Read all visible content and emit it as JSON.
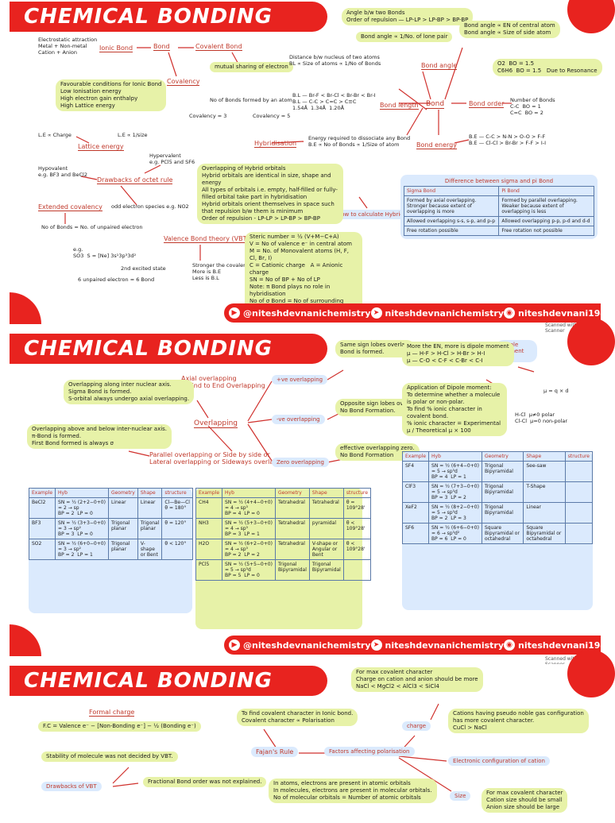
{
  "title": "CHEMICAL BONDING",
  "social": {
    "youtube": "@niteshdevnanichemistry",
    "telegram": "niteshdevnanichemistry",
    "instagram": "niteshdevnani194"
  },
  "scanner": "Scanned with OKEN Scanner",
  "page1": {
    "nodes": {
      "bond": "Bond",
      "ionic_bond": "Ionic Bond",
      "covalent_bond": "Covalent Bond",
      "covalency": "Covalency",
      "bond_angle": "Bond angle",
      "bond_length": "Bond length",
      "bond_order": "Bond order",
      "bond_energy": "Bond energy",
      "hybridisation": "Hybridisation",
      "lattice_energy": "Lattice energy",
      "drawbacks": "Drawbacks of octet rule",
      "extended": "Extended covalency",
      "vbt": "Valence Bond theory (VBT)",
      "how_calc": "How to calculate Hybridisation"
    },
    "notes": {
      "ionic": "Electrostatic attraction\nMetal + Non-metal\nCation + Anion",
      "favourable": "Favourable conditions for Ionic Bond\nLow Ionisation energy\nHigh electron gain enthalpy\nHigh Lattice energy",
      "sharing": "mutual sharing of electron",
      "covalency_def": "No of Bonds formed by an atom",
      "covalency3": "Covalency = 3",
      "covalency5": "Covalency = 5",
      "le": "L.E ∝ Charge",
      "le_size": "L.E ∝ 1/size",
      "hypervalent": "Hypervalent\ne.g. PCl5 and SF6",
      "hypovalent": "Hypovalent\ne.g. BF3 and BeCl2",
      "odd": "odd electron species  e.g. NO2",
      "extended_note": "No of Bonds = No. of unpaired electron",
      "eg": "e.g.\nSO3  S = [Ne] 3s¹3p³3d²",
      "excited": "2nd excited state",
      "unpaired": "6 unpaired electron = 6 Bond",
      "angle_note": "Angle b/w two Bonds\nOrder of repulsion — LP-LP > LP-BP > BP-BP",
      "angle_lp": "Bond angle ∝ 1/No. of lone pair",
      "angle_en": "Bond angle ∝ EN of central atom\nBond angle ∝ Size of side atom",
      "distance": "Distance b/w nucleus of two atoms\nBL ∝ Size of atoms ∝ 1/No of Bonds",
      "bl_order": "B.L — Br-F < Br-Cl < Br-Br < Br-I\nB.L — C-C > C=C > C≡C\n1.54Å  1.34Å  1.20Å",
      "o2": "O2  BO = 1.5\nC6H6  BO = 1.5   Due to Resonance",
      "no_bonds": "Number of Bonds\nC-C  BO = 1\nC=C  BO = 2",
      "be_note": "Energy required to dissociate any Bond\nB.E ∝ No of Bonds ∝ 1/Size of atom",
      "be_order": "B.E — C-C > N-N > O-O > F-F\nB.E — Cl-Cl > Br-Br > F-F > I-I",
      "hybrid_rules": "Overlapping of Hybrid orbitals\nHybrid orbitals are identical in size, shape and energy\nAll types of orbitals i.e. empty, half-filled or fully-filled orbital take part in hybridisation\nHybrid orbitals orient themselves in space such that repulsion b/w them is minimum\nOrder of repulsion - LP-LP > LP-BP > BP-BP",
      "vbt_note": "Stronger the covalent Bond\nMore is B.E\nLess is B.L",
      "steric": "Steric number = ½ (V+M−C+A)\nV = No of valence e⁻ in central atom\nM = No. of Monovalent atoms (H, F, Cl, Br, I)\nC = Cationic charge   A = Anionic charge\nSN = No of BP + No of LP\nNote: π Bond plays no role in hybridisation\nNo of σ Bond = No of surrounding atom"
    },
    "sigma_pi": {
      "heading": "Difference between sigma and pi Bond",
      "columns": [
        "Sigma Bond",
        "Pi Bond"
      ],
      "rows": [
        [
          "Formed by axial overlapping. Stronger because extent of overlapping is more",
          "Formed by parallel overlapping. Weaker because extent of overlapping is less"
        ],
        [
          "Allowed overlapping s-s, s-p, and p-p",
          "Allowed overlapping p-p, p-d and d-d"
        ],
        [
          "Free rotation possible",
          "Free rotation not possible"
        ]
      ]
    }
  },
  "page2": {
    "nodes": {
      "overlapping": "Overlapping",
      "axial": "Axial overlapping\nor End to End Overlapping",
      "parallel": "Parallel overlapping or Side by side or\nLateral overlapping or Sideways overlapping",
      "pos": "+ve overlapping",
      "neg": "-ve overlapping",
      "zero": "Zero overlapping",
      "dipole": "Dipole moment (μ)"
    },
    "notes": {
      "axial_note": "Overlapping along inter nuclear axis.\nSigma Bond is formed.\nS-orbital always undergo axial overlapping.",
      "parallel_note": "Overlapping above and below inter-nuclear axis.\nπ-Bond is formed.\nFirst Bond formed is always σ",
      "same_sign": "Same sign lobes overlap.\nBond is formed.",
      "opp_sign": "Opposite sign lobes overlap.\nNo Bond Formation.",
      "zero_note": "effective overlapping zero.\nNo Bond Formation",
      "en_more": "More the EN, more is dipole moment\nμ — H-F > H-Cl > H-Br > H-I\nμ — C-O < C-F < C-Br < C-I",
      "application": "Application of Dipole moment:\nTo determine whether a molecule is polar or non-polar.\nTo find % ionic character in covalent bond.\n% ionic character = Experimental μ / Theoretical μ × 100",
      "mu": "μ = q × d",
      "hcl": "H-Cl  μ≠0 polar\nCl-Cl  μ=0 non-polar"
    },
    "table_a": {
      "columns": [
        "Example",
        "Hyb",
        "Geometry",
        "Shape",
        "structure"
      ],
      "rows": [
        [
          "BeCl2",
          "SN = ½ (2+2−0+0)\n= 2 → sp\nBP = 2  LP = 0",
          "Linear",
          "Linear",
          "Cl—Be—Cl\nθ = 180°"
        ],
        [
          "BF3",
          "SN = ½ (3+3−0+0)\n= 3 → sp²\nBP = 3  LP = 0",
          "Trigonal planar",
          "Trigonal planar",
          "θ = 120°"
        ],
        [
          "SO2",
          "SN = ½ (6+0−0+0)\n= 3 → sp²\nBP = 2  LP = 1",
          "Trigonal planar",
          "V-shape or Bent",
          "θ < 120°"
        ]
      ]
    },
    "table_b": {
      "columns": [
        "Example",
        "Hyb",
        "Geometry",
        "Shape",
        "structure"
      ],
      "rows": [
        [
          "CH4",
          "SN = ½ (4+4−0+0)\n= 4 → sp³\nBP = 4  LP = 0",
          "Tetrahedral",
          "Tetrahedral",
          "θ = 109°28'"
        ],
        [
          "NH3",
          "SN = ½ (5+3−0+0)\n= 4 → sp³\nBP = 3  LP = 1",
          "Tetrahedral",
          "pyramidal",
          "θ < 109°28'"
        ],
        [
          "H2O",
          "SN = ½ (6+2−0+0)\n= 4 → sp³\nBP = 2  LP = 2",
          "Tetrahedral",
          "V-shape or Angular or Bent",
          "θ < 109°28'"
        ],
        [
          "PCl5",
          "SN = ½ (5+5−0+0)\n= 5 → sp³d\nBP = 5  LP = 0",
          "Trigonal Bipyramidal",
          "Trigonal Bipyramidal",
          ""
        ]
      ]
    },
    "table_c": {
      "columns": [
        "Example",
        "Hyb",
        "Geometry",
        "Shape",
        "structure"
      ],
      "rows": [
        [
          "SF4",
          "SN = ½ (6+4−0+0)\n= 5 → sp³d\nBP = 4  LP = 1",
          "Trigonal Bipyramidal",
          "See-saw",
          ""
        ],
        [
          "ClF3",
          "SN = ½ (7+3−0+0)\n= 5 → sp³d\nBP = 3  LP = 2",
          "Trigonal Bipyramidal",
          "T-Shape",
          ""
        ],
        [
          "XeF2",
          "SN = ½ (8+2−0+0)\n= 5 → sp³d\nBP = 2  LP = 3",
          "Trigonal Bipyramidal",
          "Linear",
          ""
        ],
        [
          "SF6",
          "SN = ½ (6+6−0+0)\n= 6 → sp³d²\nBP = 6  LP = 0",
          "Square Bipyramidal or octahedral",
          "Square Bipyramidal or octahedral",
          ""
        ]
      ]
    }
  },
  "page3": {
    "nodes": {
      "formal": "Formal charge",
      "drawbacks_vbt": "Drawbacks of VBT",
      "fajan": "Fajan's Rule",
      "factors": "Factors affecting polarisation",
      "charge": "charge",
      "econfig": "Electronic configuration of cation",
      "size": "Size"
    },
    "notes": {
      "fc_formula": "F.C = Valence e⁻ − [Non-Bonding e⁻] − ½ (Bonding e⁻)",
      "stability": "Stability of molecule was not decided by VBT.",
      "fractional": "Fractional Bond order was not explained.",
      "fajan_note": "To find covalent character in Ionic bond.\nCovalent character ∝ Polarisation",
      "charge_note": "For max covalent character\nCharge on cation and anion should be more\nNaCl < MgCl2 < AlCl3 < SiCl4",
      "pseudo": "Cations having pseudo noble gas configuration\nhas more covalent character.\nCuCl > NaCl",
      "mo": "In atoms, electrons are present in atomic orbitals\nIn molecules, electrons are present in molecular orbitals.\nNo of molecular orbitals = Number of atomic orbitals",
      "size_note": "For max covalent character\nCation size should be small\nAnion size should be large"
    }
  }
}
